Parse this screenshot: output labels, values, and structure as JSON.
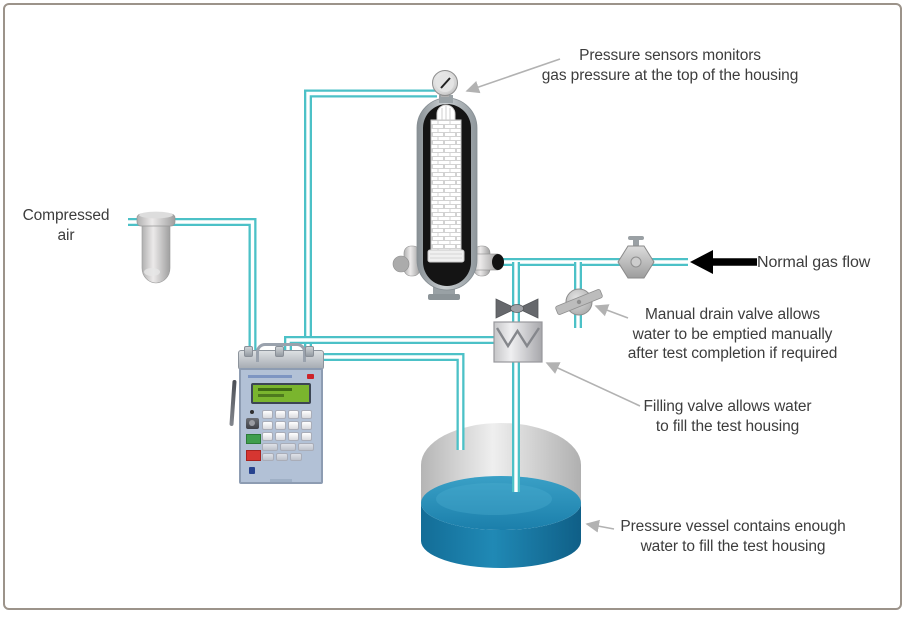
{
  "figure": {
    "type": "process-diagram",
    "subject": "filter integrity test setup"
  },
  "annotations": {
    "compressed_air": {
      "lines": [
        "Compressed",
        "air"
      ]
    },
    "pressure_sensor": {
      "lines": [
        "Pressure sensors monitors",
        "gas pressure at the top of the housing"
      ]
    },
    "normal_gas_flow": {
      "text": "Normal gas flow"
    },
    "manual_drain_valve": {
      "lines": [
        "Manual drain valve allows",
        "water to be emptied manually",
        "after test completion if required"
      ]
    },
    "filling_valve": {
      "lines": [
        "Filling valve allows water",
        "to fill the test housing"
      ]
    },
    "pressure_vessel": {
      "lines": [
        "Pressure vessel contains enough",
        "water to fill the test housing"
      ]
    }
  },
  "components": [
    "compressed-air-filter",
    "integrity-test-controller",
    "filter-housing",
    "filter-cartridge",
    "pressure-gauge",
    "process-gas-valve",
    "manual-drain-valve",
    "filling-valve",
    "pressure-vessel",
    "gas-flow-arrow",
    "tubing"
  ],
  "colors": {
    "pipe_teal": "#4cc1c7",
    "water_blue": "#1b7fab",
    "flow_arrow": "#000000",
    "leader_grey": "#b2b2b2",
    "text": "#3d3d3d",
    "frame": "#9c938a",
    "controller_face": "#b2c1d6",
    "lcd_green": "#7ab52e"
  }
}
